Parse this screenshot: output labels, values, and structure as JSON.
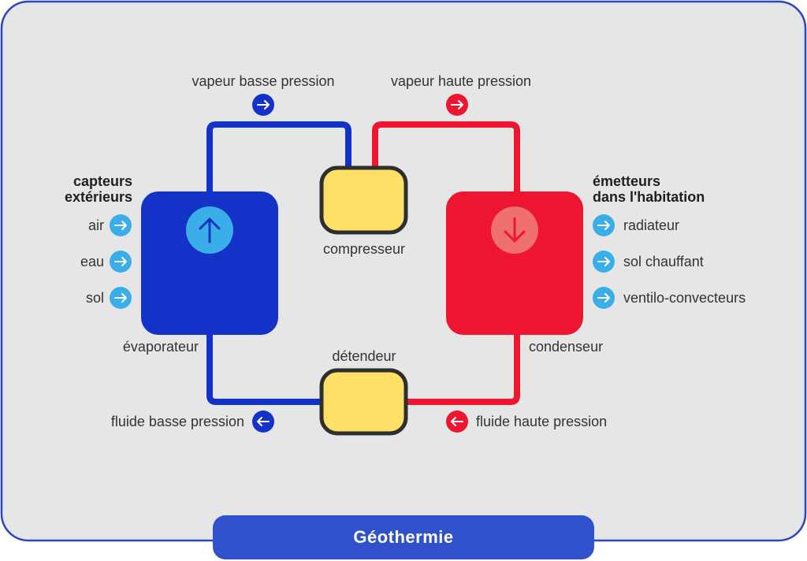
{
  "colors": {
    "background": "#e6e6e6",
    "frame": "#2d44c9",
    "cold": "#1432c8",
    "hot": "#ee1531",
    "device_fill": "#ffe066",
    "device_stroke": "#2e2e2e",
    "light_arrow": "#3aaee8",
    "title_bar": "#3050cc"
  },
  "icons": {
    "evaporator": "arrow-up-icon",
    "condenser": "arrow-down-icon",
    "flow_right": "arrow-right-icon",
    "flow_left": "arrow-left-icon"
  },
  "labels": {
    "top_left_flow": "vapeur basse pression",
    "top_right_flow": "vapeur haute pression",
    "bottom_left_flow": "fluide basse pression",
    "bottom_right_flow": "fluide haute pression",
    "compressor": "compresseur",
    "expander": "détendeur",
    "evaporator": "évaporateur",
    "condenser": "condenseur"
  },
  "sources": {
    "heading_line1": "capteurs",
    "heading_line2": "extérieurs",
    "items": [
      "air",
      "eau",
      "sol"
    ]
  },
  "emitters": {
    "heading_line1": "émetteurs",
    "heading_line2": "dans l'habitation",
    "items": [
      "radiateur",
      "sol chauffant",
      "ventilo-convecteurs"
    ]
  },
  "title": "Géothermie"
}
